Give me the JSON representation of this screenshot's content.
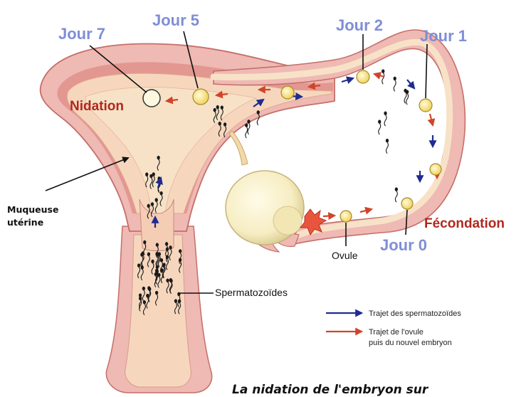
{
  "colors": {
    "day_label": "#7f8ed6",
    "event_label": "#b0281e",
    "sperm_arrow": "#1f2b8f",
    "ovum_arrow": "#d0452a",
    "tissue_outer": "#efb9b4",
    "tissue_inner": "#f6d7bd",
    "cavity": "#f7e2c7",
    "muscle_dark": "#d97c74"
  },
  "labels": {
    "jour7": "Jour 7",
    "jour5": "Jour 5",
    "jour2": "Jour 2",
    "jour1": "Jour 1",
    "jour0": "Jour 0",
    "nidation": "Nidation",
    "fecondation": "Fécondation",
    "ovule": "Ovule",
    "spermatozoides": "Spermatozoïdes",
    "muqueuse_line1": "Muqueuse",
    "muqueuse_line2": "utérine"
  },
  "legend": {
    "sperm": "Trajet des spermatozoïdes",
    "ovum_line1": "Trajet de l'ovule",
    "ovum_line2": "puis du nouvel embryon"
  },
  "caption": "La nidation de l'embryon sur"
}
